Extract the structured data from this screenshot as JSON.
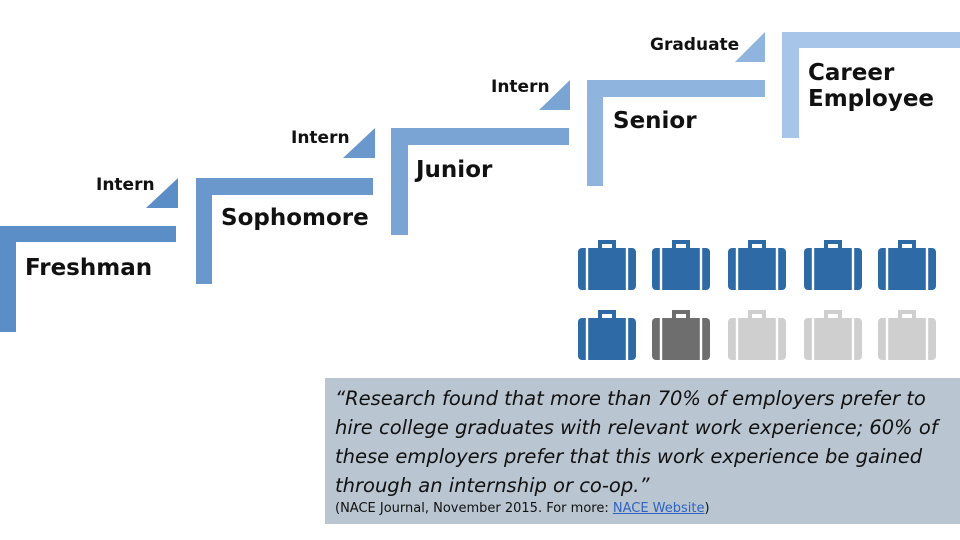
{
  "stages": [
    {
      "label": "Freshman"
    },
    {
      "label": "Sophomore"
    },
    {
      "label": "Junior"
    },
    {
      "label": "Senior"
    },
    {
      "label_line1": "Career",
      "label_line2": "Employee"
    }
  ],
  "transitions": [
    "Intern",
    "Intern",
    "Intern",
    "Graduate"
  ],
  "step_colors": [
    "#5b8ec6",
    "#6a98cc",
    "#7aa4d3",
    "#8fb4de",
    "#a7c5e8"
  ],
  "briefcases": {
    "total": 10,
    "blue": 6,
    "dark_gray": 1,
    "light_gray": 3,
    "colors": {
      "blue": "#2e6aa6",
      "dark_gray": "#6e6e6e",
      "light_gray": "#cfcfcf"
    }
  },
  "quote": {
    "text": "“Research found that more than 70% of employers prefer to hire college graduates with relevant work experience; 60% of these employers prefer that this work experience be gained through an internship or co-op.”",
    "citation_prefix": "(NACE Journal, November 2015.  For more: ",
    "link_text": "NACE Website",
    "citation_suffix": ")"
  }
}
